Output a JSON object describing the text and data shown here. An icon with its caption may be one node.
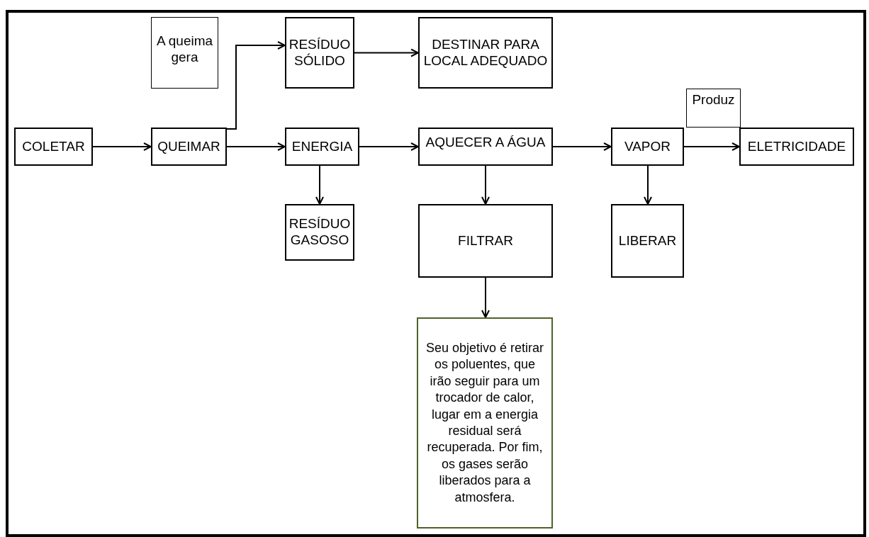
{
  "diagram": {
    "nodes": [
      {
        "text": [
          "A queima gera"
        ]
      },
      {
        "text": [
          "RESÍDUO SÓLIDO"
        ]
      },
      {
        "text": [
          "DESTINAR PARA LOCAL ADEQUADO"
        ]
      },
      {
        "text": [
          "Produz"
        ]
      },
      {
        "text": [
          "COLETAR"
        ]
      },
      {
        "text": [
          "QUEIMAR"
        ]
      },
      {
        "text": [
          "ENERGIA"
        ]
      },
      {
        "text": [
          "AQUECER A ÁGUA"
        ]
      },
      {
        "text": [
          "VAPOR"
        ]
      },
      {
        "text": [
          "ELETRICIDADE"
        ]
      },
      {
        "text": [
          "RESÍDUO GASOSO"
        ]
      },
      {
        "text": [
          "FILTRAR"
        ]
      },
      {
        "text": [
          "LIBERAR"
        ]
      },
      {
        "text": [
          "Seu objetivo é retirar os poluentes, que irão seguir para um trocador de calor, lugar em a energia residual será recuperada. Por fim, os gases serão liberados para a atmosfera."
        ]
      }
    ],
    "edges": [
      {
        "from": 4,
        "to": 5,
        "arrow": "to"
      },
      {
        "from": 5,
        "to": 1,
        "arrow": "to"
      },
      {
        "from": 1,
        "to": 2,
        "arrow": "to"
      },
      {
        "from": 5,
        "to": 6,
        "arrow": "to"
      },
      {
        "from": 6,
        "to": 7,
        "arrow": "to"
      },
      {
        "from": 7,
        "to": 8,
        "arrow": "to"
      },
      {
        "from": 8,
        "to": 9,
        "arrow": "to"
      },
      {
        "from": 6,
        "to": 10,
        "arrow": "to"
      },
      {
        "from": 7,
        "to": 11,
        "arrow": "to"
      },
      {
        "from": 11,
        "to": 13,
        "arrow": "to"
      },
      {
        "from": 8,
        "to": 12,
        "arrow": "to"
      }
    ]
  }
}
